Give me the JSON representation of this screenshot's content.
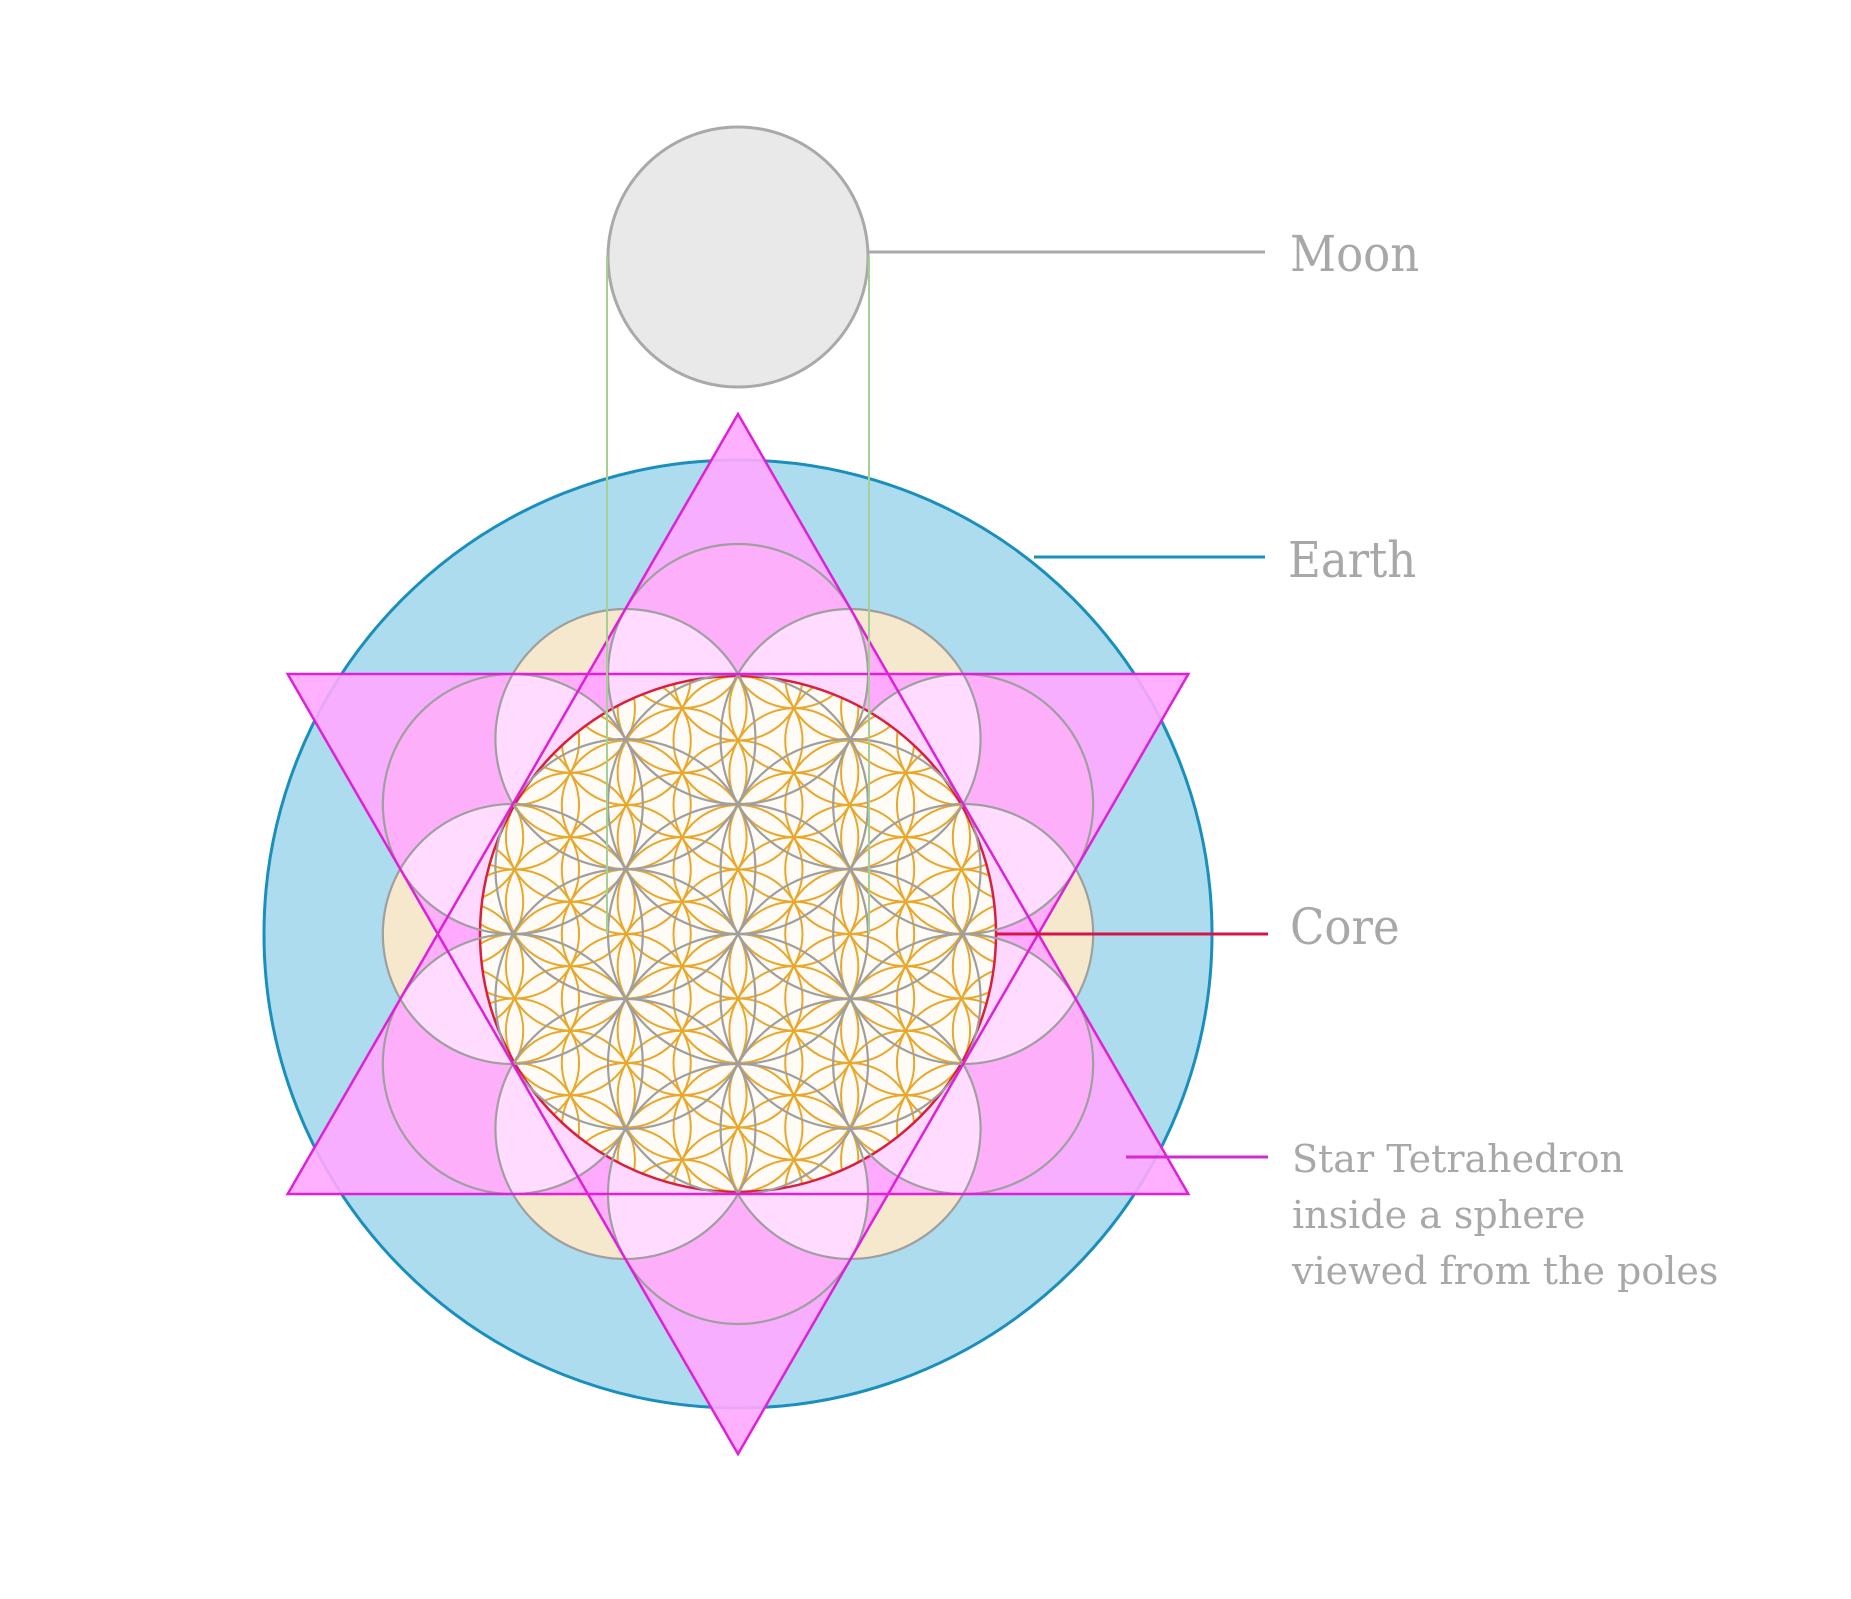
{
  "labels": {
    "moon": "Moon",
    "earth": "Earth",
    "core": "Core",
    "star_line1": "Star Tetrahedron",
    "star_line2": "inside a sphere",
    "star_line3": "viewed from the poles"
  },
  "colors": {
    "moon_fill": "#e9e9e9",
    "moon_stroke": "#a9a9a9",
    "moon_leader": "#a9a9a9",
    "projection_lines": "#a6cf93",
    "earth_fill": "#acdcee",
    "earth_stroke": "#1b8fbc",
    "outer_petal_fill": "#f6e8cd",
    "outer_circle_stroke": "#9f9f9f",
    "lens_fill": "#fffbf6",
    "star_fill": "#ffa8ff",
    "star_stroke": "#e020d8",
    "core_fill": "#ffa7a8",
    "core_stroke": "#d81f3c",
    "core_flower_stroke": "#e8a82c",
    "core_leader": "#d4154c",
    "star_leader": "#d42ad0",
    "label_text": "#a8a8a8"
  }
}
